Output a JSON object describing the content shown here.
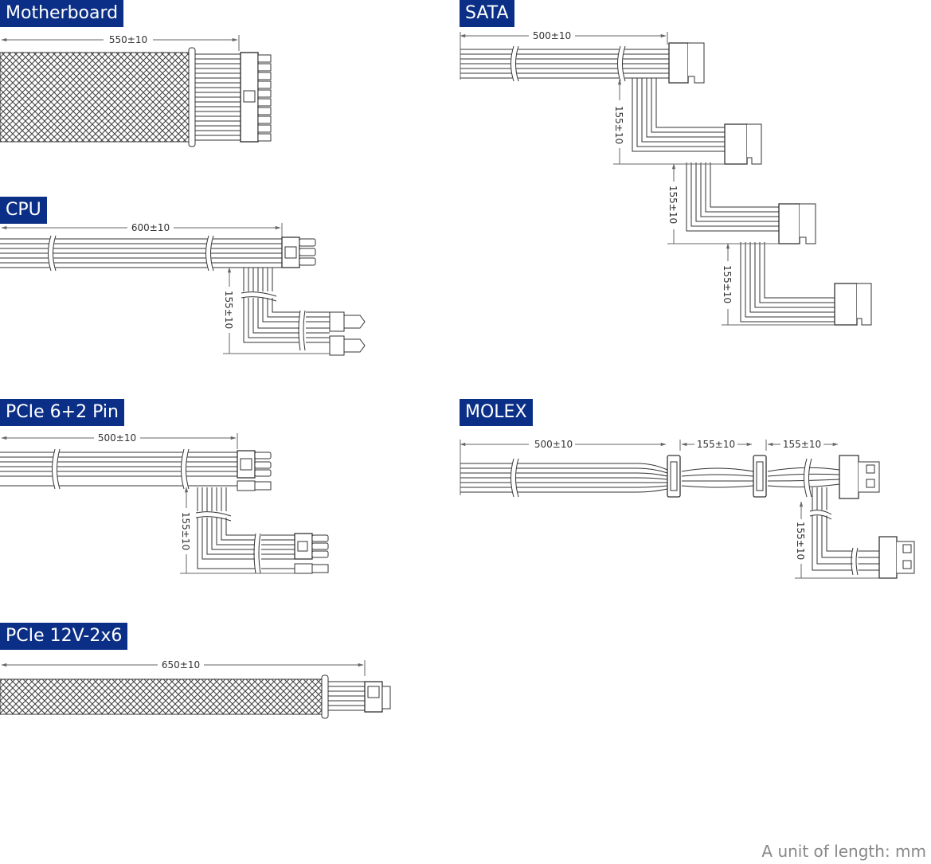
{
  "colors": {
    "label_bg": "#0b2f86",
    "label_text": "#ffffff",
    "line": "#333333",
    "dim_line": "#666666"
  },
  "cables": {
    "motherboard": {
      "title": "Motherboard",
      "main_length": "550±10"
    },
    "sata": {
      "title": "SATA",
      "main_length": "500±10",
      "branch_length": "155±10"
    },
    "cpu": {
      "title": "CPU",
      "main_length": "600±10",
      "branch_length": "155±10"
    },
    "pcie62": {
      "title": "PCIe 6+2 Pin",
      "main_length": "500±10",
      "branch_length": "155±10"
    },
    "molex": {
      "title": "MOLEX",
      "main_length": "500±10",
      "segment1": "155±10",
      "segment2": "155±10",
      "branch_length": "155±10"
    },
    "pcie12v": {
      "title": "PCIe 12V-2x6",
      "main_length": "650±10"
    }
  },
  "footer": {
    "unit_note": "A unit of length: mm"
  }
}
